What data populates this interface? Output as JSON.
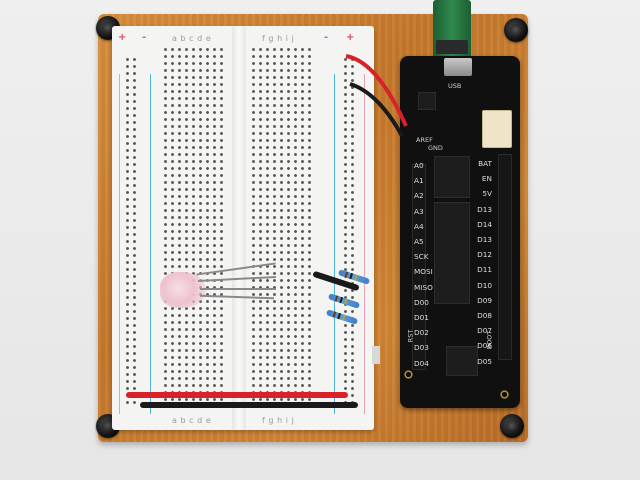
{
  "breadboard": {
    "column_letters_left": "abcde",
    "column_letters_right": "fghij",
    "rail_plus": "+",
    "rail_minus": "-"
  },
  "microcontroller": {
    "usb_label": "USB",
    "aref_label": "AREF",
    "gnd_label": "GND",
    "left_pins": [
      "A0",
      "A1",
      "A2",
      "A3",
      "A4",
      "A5",
      "SCK",
      "MOSI",
      "MISO",
      "D00",
      "D01",
      "D02",
      "D03",
      "D04"
    ],
    "right_pins": [
      "BAT",
      "EN",
      "5V",
      "D13",
      "D14",
      "D13",
      "D12",
      "D11",
      "D10",
      "D09",
      "D08",
      "D07",
      "D06",
      "D05"
    ],
    "rst_label": "RST",
    "boot_label": "BOOT"
  },
  "colors": {
    "plate": "#c97d30",
    "breadboard": "#f4f4f2",
    "board": "#101010",
    "red_wire": "#d8222a",
    "black_wire": "#1a1a1a",
    "usb_cable": "#2f8a4d"
  }
}
